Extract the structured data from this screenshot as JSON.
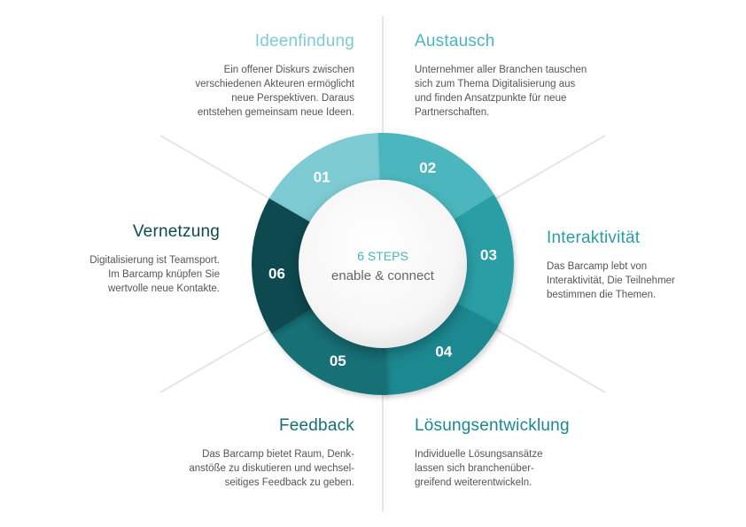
{
  "center": {
    "line1": "6 STEPS",
    "line2": "enable & connect"
  },
  "steps": [
    {
      "num": "01",
      "title": "Ideenfindung",
      "color": "#7ecbd4",
      "text": [
        "Ein offener Diskurs zwischen",
        "verschiedenen Akteuren ermöglicht",
        "neue Perspektiven. Daraus",
        "entstehen gemeinsam neue Ideen."
      ]
    },
    {
      "num": "02",
      "title": "Austausch",
      "color": "#4bb6bd",
      "text": [
        "Unternehmer aller Branchen tauschen",
        "sich zum Thema Digitalisierung aus",
        "und finden Ansatzpunkte für neue",
        "Partnerschaften."
      ]
    },
    {
      "num": "03",
      "title": "Interaktivität",
      "color": "#2b9ea5",
      "text": [
        "Das Barcamp lebt von",
        "Interaktivität, Die Teilnehmer",
        "bestimmen die Themen."
      ]
    },
    {
      "num": "04",
      "title": "Lösungsentwicklung",
      "color": "#1a8890",
      "text": [
        "Individuelle Lösungsansätze",
        "lassen sich branchenüber-",
        "greifend weiterentwickeln."
      ]
    },
    {
      "num": "05",
      "title": "Feedback",
      "color": "#166f74",
      "text": [
        "Das Barcamp bietet Raum, Denk-",
        "anstöße zu diskutieren und wechsel-",
        "seitiges Feedback zu geben."
      ]
    },
    {
      "num": "06",
      "title": "Vernetzung",
      "color": "#0e4a50",
      "text": [
        "Digitalisierung ist Teamsport.",
        "Im Barcamp knüpfen Sie",
        "wertvolle neue Kontakte."
      ]
    }
  ]
}
